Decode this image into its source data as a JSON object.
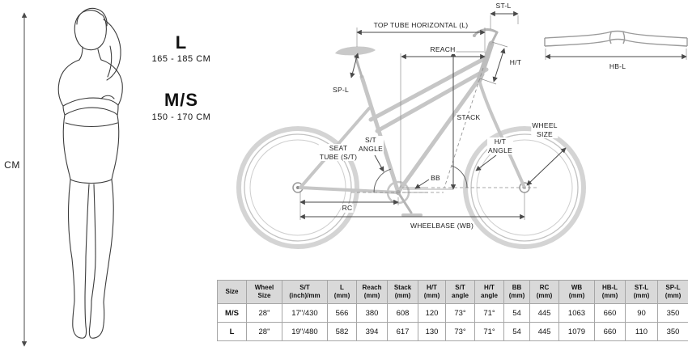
{
  "person": {
    "cm_label": "CM",
    "sizes": [
      {
        "label": "L",
        "range": "165 - 185 CM"
      },
      {
        "label": "M/S",
        "range": "150 - 170 CM"
      }
    ]
  },
  "diagram": {
    "st_l": "ST-L",
    "top_tube": "TOP TUBE HORIZONTAL (L)",
    "reach": "REACH",
    "ht": "H/T",
    "sp_l": "SP-L",
    "stack": "STACK",
    "seat_tube": "SEAT\nTUBE (S/T)",
    "st_angle": "S/T\nANGLE",
    "ht_angle": "H/T\nANGLE",
    "wheel_size": "WHEEL\nSIZE",
    "bb": "BB",
    "rc": "RC",
    "wheelbase": "WHEELBASE (WB)",
    "hb_l": "HB-L"
  },
  "table": {
    "headers": [
      "Size",
      "Wheel\nSize",
      "S/T\n(inch)/mm",
      "L\n(mm)",
      "Reach\n(mm)",
      "Stack\n(mm)",
      "H/T\n(mm)",
      "S/T\nangle",
      "H/T\nangle",
      "BB\n(mm)",
      "RC\n(mm)",
      "WB\n(mm)",
      "HB-L\n(mm)",
      "ST-L\n(mm)",
      "SP-L\n(mm)"
    ],
    "rows": [
      [
        "M/S",
        "28\"",
        "17\"/430",
        "566",
        "380",
        "608",
        "120",
        "73°",
        "71°",
        "54",
        "445",
        "1063",
        "660",
        "90",
        "350"
      ],
      [
        "L",
        "28\"",
        "19\"/480",
        "582",
        "394",
        "617",
        "130",
        "73°",
        "71°",
        "54",
        "445",
        "1079",
        "660",
        "110",
        "350"
      ]
    ]
  }
}
